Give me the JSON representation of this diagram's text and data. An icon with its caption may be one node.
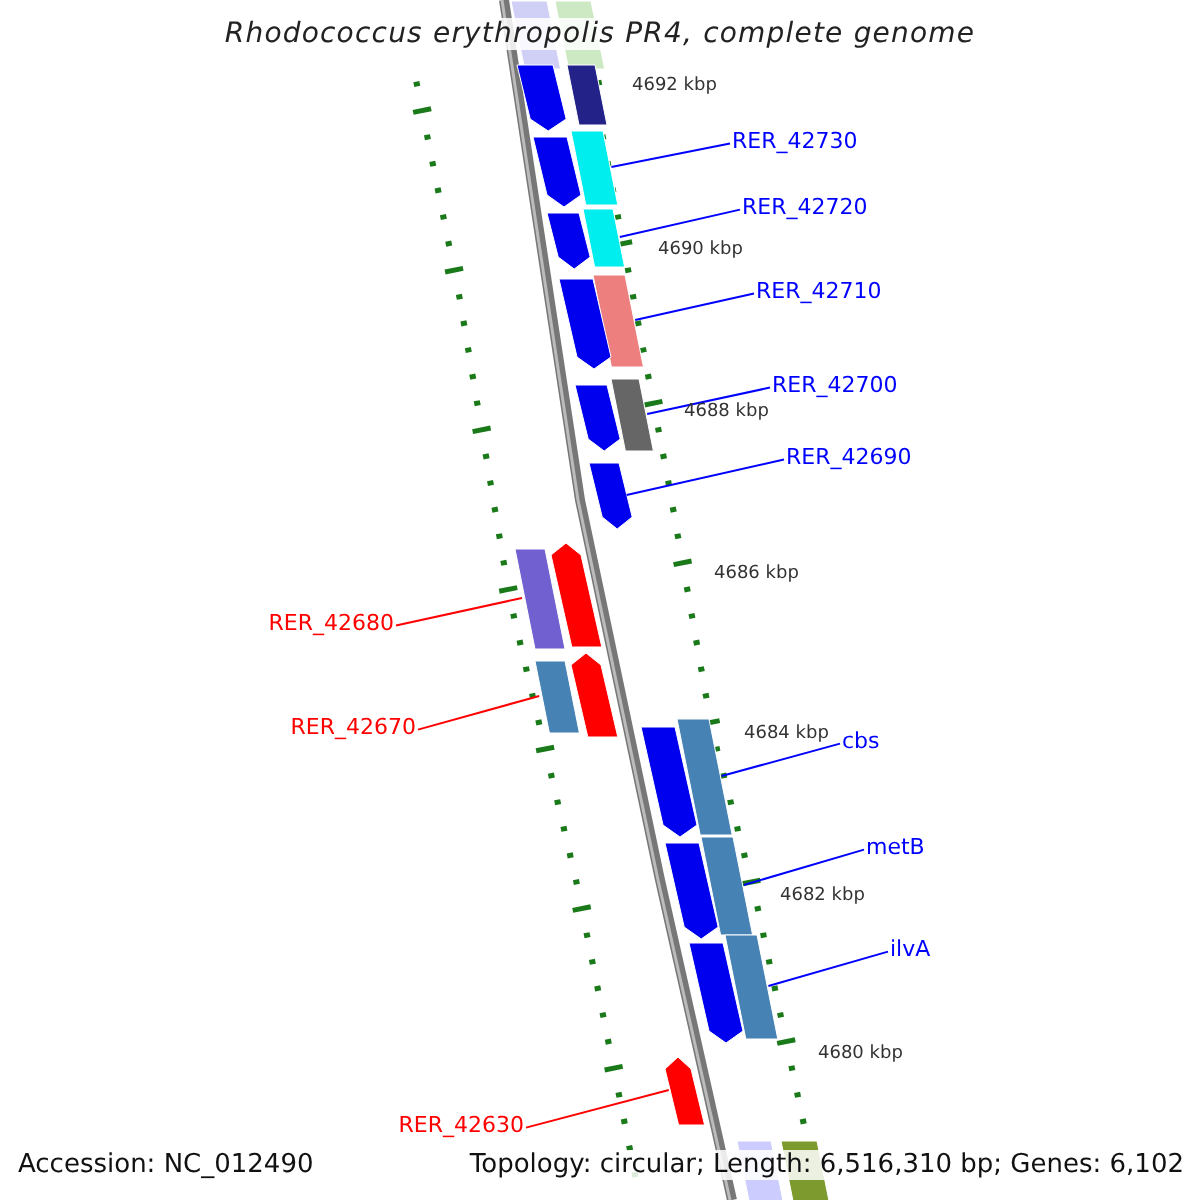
{
  "diagram": {
    "title": "Rhodococcus erythropolis PR4, complete genome",
    "nodes": [
      {
        "text": [
          "RER_42730"
        ]
      },
      {
        "text": [],
        "shape": "bar"
      },
      {
        "text": [
          "RER_42720"
        ]
      },
      {
        "text": [],
        "shape": "bar"
      },
      {
        "text": [
          "RER_42710"
        ]
      },
      {
        "text": [],
        "shape": "bar"
      },
      {
        "text": [
          "RER_42700"
        ]
      },
      {
        "text": [],
        "shape": "bar"
      },
      {
        "text": [
          "RER_42690"
        ]
      },
      {
        "text": [],
        "shape": "bar"
      },
      {
        "text": [
          "RER_42680"
        ]
      },
      {
        "text": [],
        "shape": "bar"
      },
      {
        "text": [
          "RER_42670"
        ]
      },
      {
        "text": [],
        "shape": "bar"
      },
      {
        "text": [
          "cbs"
        ]
      },
      {
        "text": [],
        "shape": "bar"
      },
      {
        "text": [
          "metB"
        ]
      },
      {
        "text": [],
        "shape": "bar"
      },
      {
        "text": [
          "ilvA"
        ]
      },
      {
        "text": [],
        "shape": "bar"
      },
      {
        "text": [
          "RER_42630"
        ]
      },
      {
        "text": [],
        "shape": "bar"
      },
      {
        "text": [],
        "shape": "bar"
      },
      {
        "text": [],
        "shape": "bar"
      },
      {
        "text": [],
        "shape": "bar"
      },
      {
        "text": [],
        "shape": "bar"
      },
      {
        "text": [],
        "shape": "bar"
      },
      {
        "text": [],
        "shape": "bar"
      },
      {
        "text": [],
        "shape": "bar"
      },
      {
        "text": [],
        "shape": "bar"
      },
      {
        "text": [],
        "shape": "bar"
      },
      {
        "text": [],
        "shape": "bar"
      },
      {
        "text": [],
        "shape": "bar"
      },
      {
        "text": [],
        "shape": "bar"
      },
      {
        "text": [],
        "shape": "bar"
      },
      {
        "text": [],
        "shape": "bar"
      },
      {
        "text": [],
        "shape": "bar"
      }
    ],
    "edges": [
      {
        "from": 0,
        "to": 1,
        "arrow": "none"
      },
      {
        "from": 2,
        "to": 3,
        "arrow": "none"
      },
      {
        "from": 4,
        "to": 5,
        "arrow": "none"
      },
      {
        "from": 6,
        "to": 7,
        "arrow": "none"
      },
      {
        "from": 8,
        "to": 9,
        "arrow": "none"
      },
      {
        "from": 10,
        "to": 11,
        "arrow": "none",
        "color": "#ff0000"
      },
      {
        "from": 12,
        "to": 13,
        "arrow": "none",
        "color": "#ff0000"
      },
      {
        "from": 14,
        "to": 15,
        "arrow": "none"
      },
      {
        "from": 16,
        "to": 17,
        "arrow": "none"
      },
      {
        "from": 18,
        "to": 19,
        "arrow": "none"
      },
      {
        "from": 20,
        "to": 21,
        "arrow": "none",
        "color": "#ff0000"
      }
    ],
    "labels": [
      "4692 kbp",
      "4690 kbp",
      "4688 kbp",
      "4686 kbp",
      "4684 kbp",
      "4682 kbp",
      "4680 kbp",
      "Accession: NC_012490",
      "Topology: circular; Length: 6,516,310 bp; Genes: 6,102"
    ]
  }
}
